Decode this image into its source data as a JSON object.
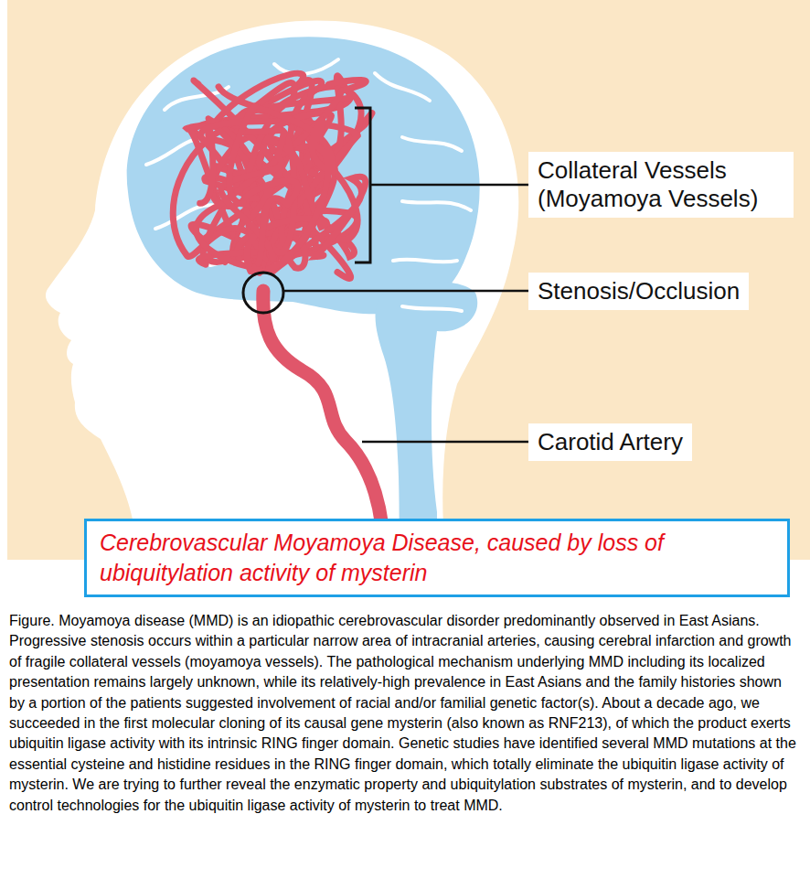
{
  "diagram": {
    "caption": "Figure. Moyamoya disease (MMD) is an idiopathic cerebrovascular disorder predominantly observed in East Asians. Progressive stenosis occurs within a particular narrow area of intracranial arteries, causing cerebral infarction and growth of fragile collateral vessels (moyamoya vessels). The pathological mechanism underlying MMD including its localized presentation remains largely unknown, while its relatively-high prevalence in East Asians and the family histories shown by a portion of the patients suggested involvement of racial and/or familial genetic factor(s). About a decade ago, we succeeded in the first molecular cloning of its causal gene mysterin (also known as RNF213), of which the product exerts ubiquitin ligase activity with its intrinsic RING finger domain. Genetic studies have identified several MMD mutations at the essential cysteine and histidine residues in the RING finger domain, which totally eliminate the ubiquitin ligase activity of mysterin. We are trying to further reveal the enzymatic property and ubiquitylation substrates of mysterin, and to develop control technologies for the ubiquitin ligase activity of mysterin to treat MMD.",
    "nodes": [
      {
        "text": [
          "Collateral Vessels (Moyamoya Vessels)"
        ]
      },
      {
        "text": [
          "Stenosis/Occlusion"
        ]
      },
      {
        "text": [
          "Carotid Artery"
        ]
      },
      {
        "text": [
          "Cerebrovascular Moyamoya Disease, caused by loss of ubiquitylation activity of mysterin"
        ]
      }
    ]
  }
}
